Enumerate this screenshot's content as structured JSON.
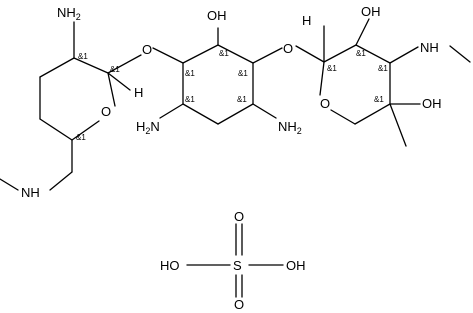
{
  "atoms": {
    "nh2_a": "NH",
    "nh2_a_sub": "2",
    "o_ring_a": "O",
    "h_a": "H",
    "nh_a": "NH",
    "o_link_a": "O",
    "oh_top": "OH",
    "o_link_b": "O",
    "nh2_b": "H",
    "nh2_b_main": "N",
    "nh2_b_sub": "2",
    "nh2_c": "NH",
    "nh2_c_sub": "2",
    "h_b": "H",
    "oh_b": "OH",
    "nh_b": "NH",
    "o_ring_b": "O",
    "oh_c": "OH",
    "sulfate_ho": "HO",
    "sulfate_s": "S",
    "sulfate_oh": "OH",
    "sulfate_o_top": "O",
    "sulfate_o_bottom": "O"
  },
  "stereo_label": "&1"
}
